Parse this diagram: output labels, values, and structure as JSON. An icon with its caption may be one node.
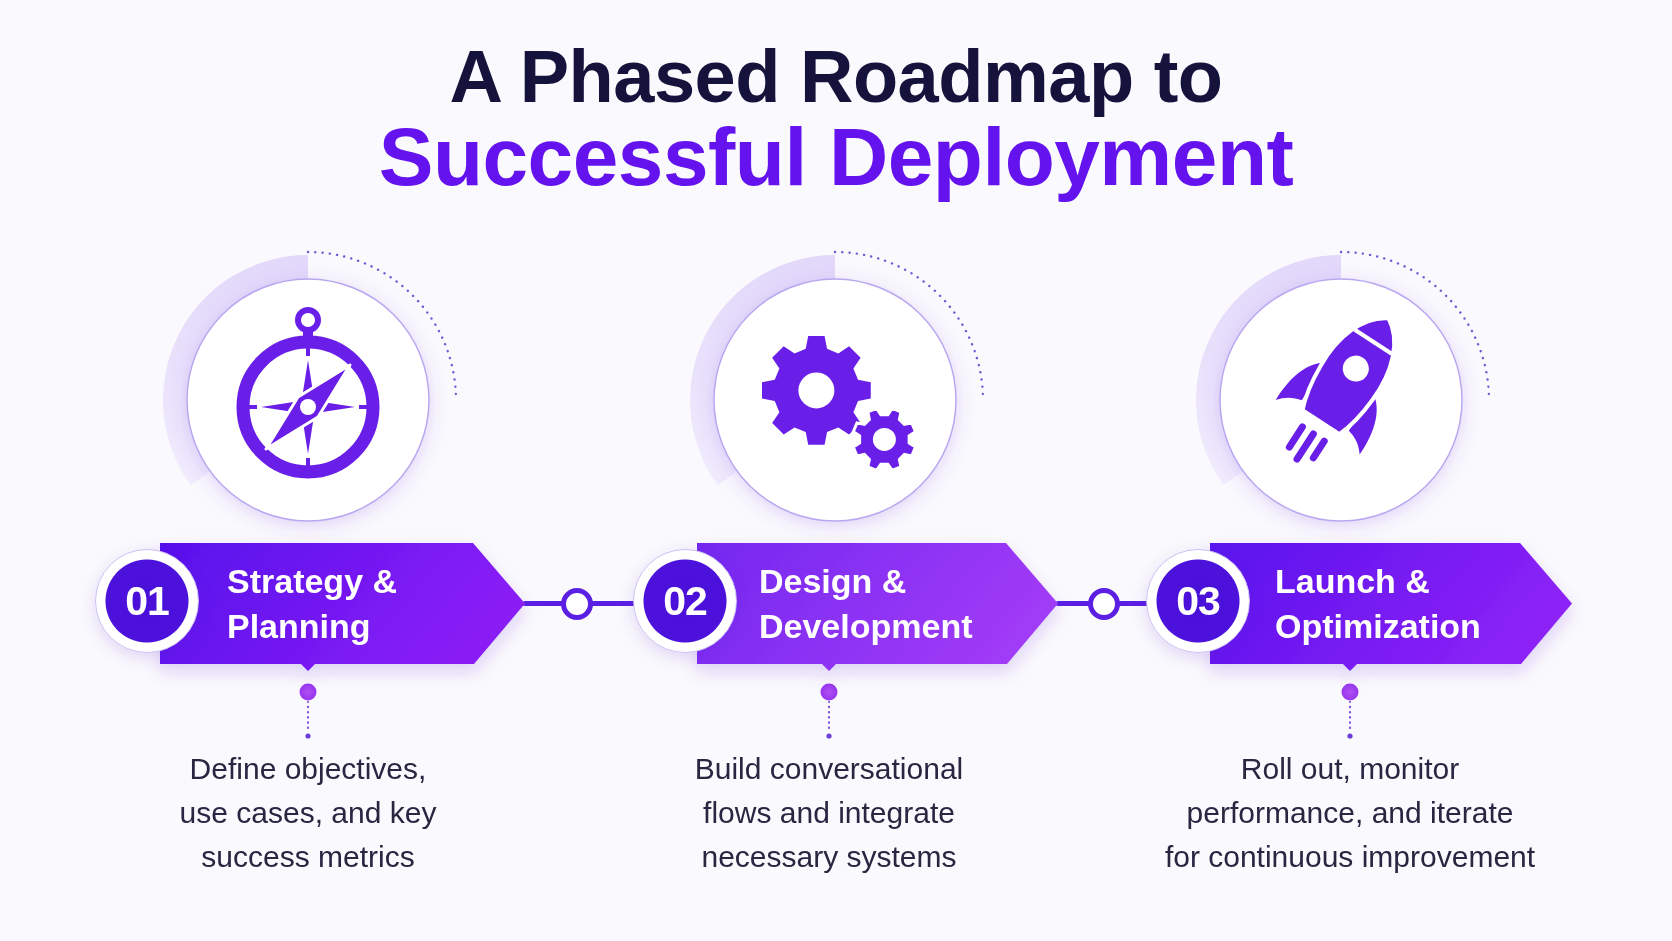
{
  "diagram": {
    "title": "A Phased Roadmap to *Successful Deployment*",
    "nodes": [
      {
        "text": [
          "01"
        ]
      },
      {
        "text": [
          "Strategy & Planning"
        ]
      },
      {
        "text": [
          "Define objectives, use cases, and key success metrics"
        ]
      },
      {
        "text": [],
        "shape": "circle"
      },
      {
        "text": [
          "02"
        ]
      },
      {
        "text": [
          "Design & Development"
        ]
      },
      {
        "text": [
          "Build conversational flows and integrate necessary systems"
        ]
      },
      {
        "text": [],
        "shape": "circle"
      },
      {
        "text": [
          "03"
        ]
      },
      {
        "text": [
          "Launch & Optimization"
        ]
      },
      {
        "text": [
          "Roll out, monitor performance, and iterate for continuous improvement"
        ]
      }
    ],
    "edges": [
      {
        "from": 1,
        "to": 3,
        "arrow": "none"
      },
      {
        "from": 3,
        "to": 4,
        "arrow": "none"
      },
      {
        "from": 5,
        "to": 7,
        "arrow": "none"
      },
      {
        "from": 7,
        "to": 8,
        "arrow": "none"
      },
      {
        "from": 2,
        "to": 1,
        "arrow": "other",
        "style": "dashed",
        "color": "#7b55d8"
      },
      {
        "from": 6,
        "to": 5,
        "arrow": "other",
        "style": "dashed",
        "color": "#7b55d8"
      },
      {
        "from": 10,
        "to": 9,
        "arrow": "other",
        "style": "dashed",
        "color": "#7b55d8"
      }
    ]
  }
}
